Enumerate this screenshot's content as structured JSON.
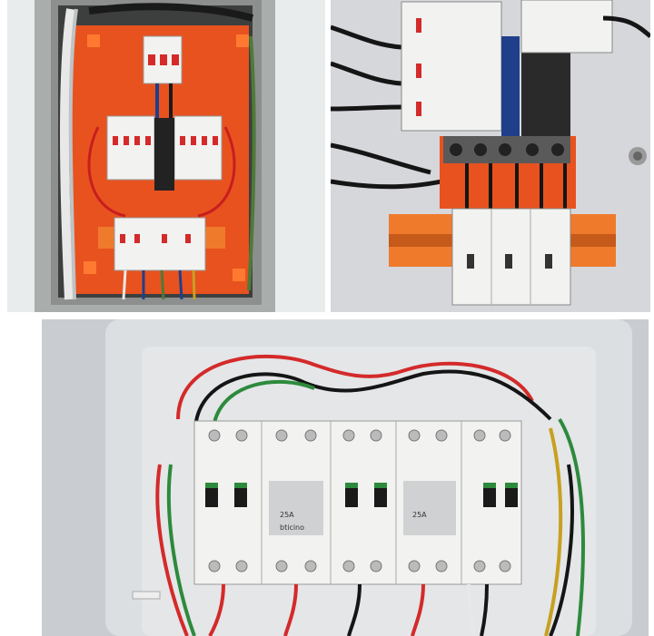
{
  "photos": [
    {
      "id": "photo-top-left"
    },
    {
      "id": "photo-top-right"
    },
    {
      "id": "photo-bottom"
    }
  ],
  "breaker_labels": {
    "brand": "bticino",
    "rating_a": "25A",
    "rating_b": "25A"
  },
  "colors": {
    "mount_plate": "#e8521f",
    "din_rail": "#f07a2c",
    "breaker_white": "#f2f2f0",
    "wire_red": "#d42a2a",
    "wire_black": "#151515",
    "wire_green": "#2d8a3c",
    "wire_blue": "#1f3f8a",
    "enclosure": "#dcdfe2"
  }
}
